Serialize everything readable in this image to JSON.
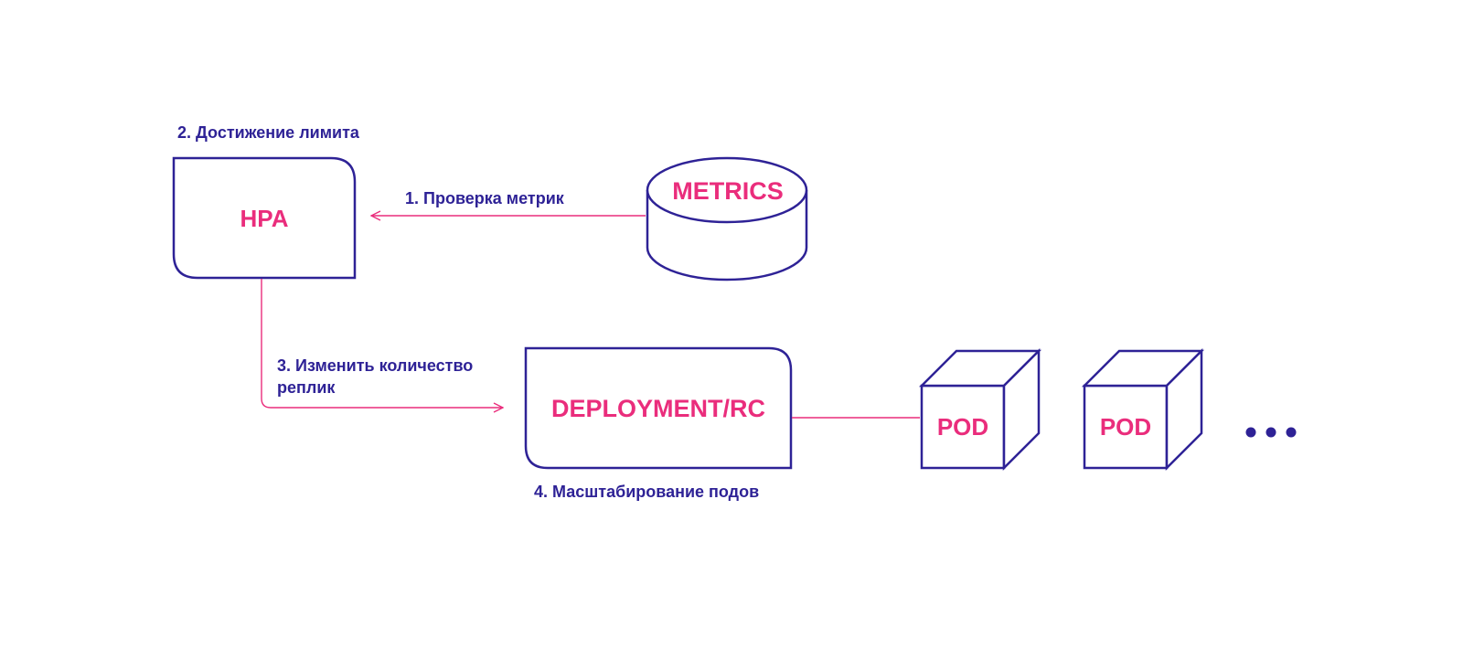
{
  "colors": {
    "outline": "#2e2296",
    "accent": "#ea2d7c",
    "background": "#ffffff"
  },
  "nodes": {
    "hpa": "HPA",
    "metrics": "METRICS",
    "deployment": "DEPLOYMENT/RC",
    "pod_1": "POD",
    "pod_2": "POD",
    "more": "..."
  },
  "steps": {
    "step_1": "1. Проверка метрик",
    "step_2": "2. Достижение лимита",
    "step_3_line1": "3. Изменить количество",
    "step_3_line2": "реплик",
    "step_4": "4. Масштабирование подов"
  }
}
